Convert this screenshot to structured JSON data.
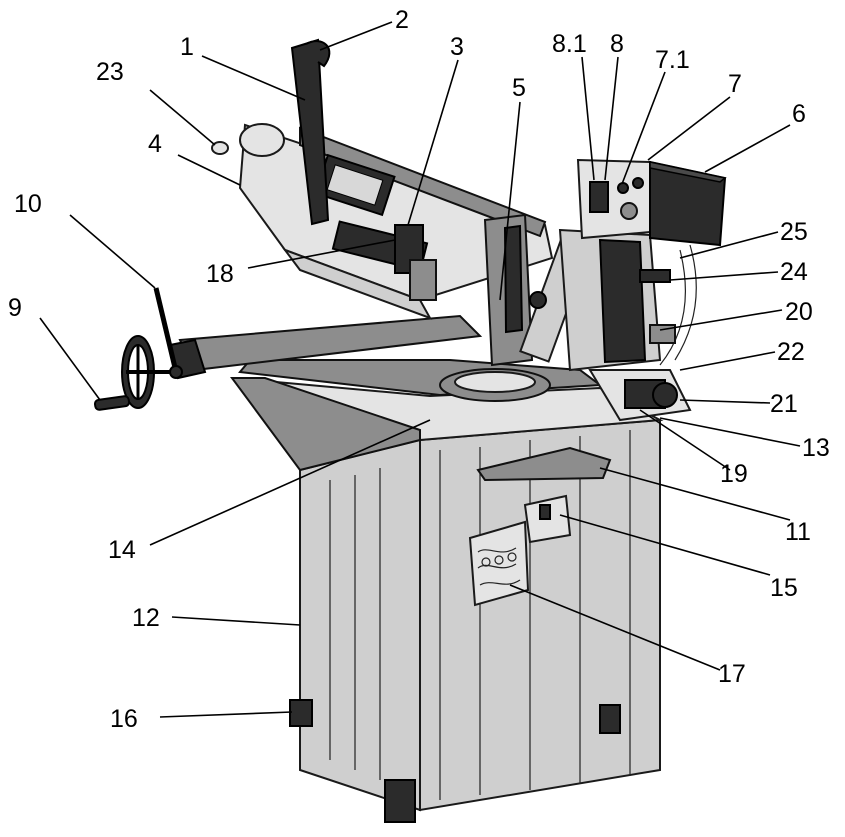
{
  "diagram": {
    "callouts": [
      {
        "id": "c-1",
        "label": "1"
      },
      {
        "id": "c-2",
        "label": "2"
      },
      {
        "id": "c-3",
        "label": "3"
      },
      {
        "id": "c-4",
        "label": "4"
      },
      {
        "id": "c-5",
        "label": "5"
      },
      {
        "id": "c-6",
        "label": "6"
      },
      {
        "id": "c-7",
        "label": "7"
      },
      {
        "id": "c-7-1",
        "label": "7.1"
      },
      {
        "id": "c-8",
        "label": "8"
      },
      {
        "id": "c-8-1",
        "label": "8.1"
      },
      {
        "id": "c-9",
        "label": "9"
      },
      {
        "id": "c-10",
        "label": "10"
      },
      {
        "id": "c-11",
        "label": "11"
      },
      {
        "id": "c-12",
        "label": "12"
      },
      {
        "id": "c-13",
        "label": "13"
      },
      {
        "id": "c-14",
        "label": "14"
      },
      {
        "id": "c-15",
        "label": "15"
      },
      {
        "id": "c-16",
        "label": "16"
      },
      {
        "id": "c-17",
        "label": "17"
      },
      {
        "id": "c-18",
        "label": "18"
      },
      {
        "id": "c-19",
        "label": "19"
      },
      {
        "id": "c-20",
        "label": "20"
      },
      {
        "id": "c-21",
        "label": "21"
      },
      {
        "id": "c-22",
        "label": "22"
      },
      {
        "id": "c-23",
        "label": "23"
      },
      {
        "id": "c-24",
        "label": "24"
      },
      {
        "id": "c-25",
        "label": "25"
      }
    ]
  }
}
